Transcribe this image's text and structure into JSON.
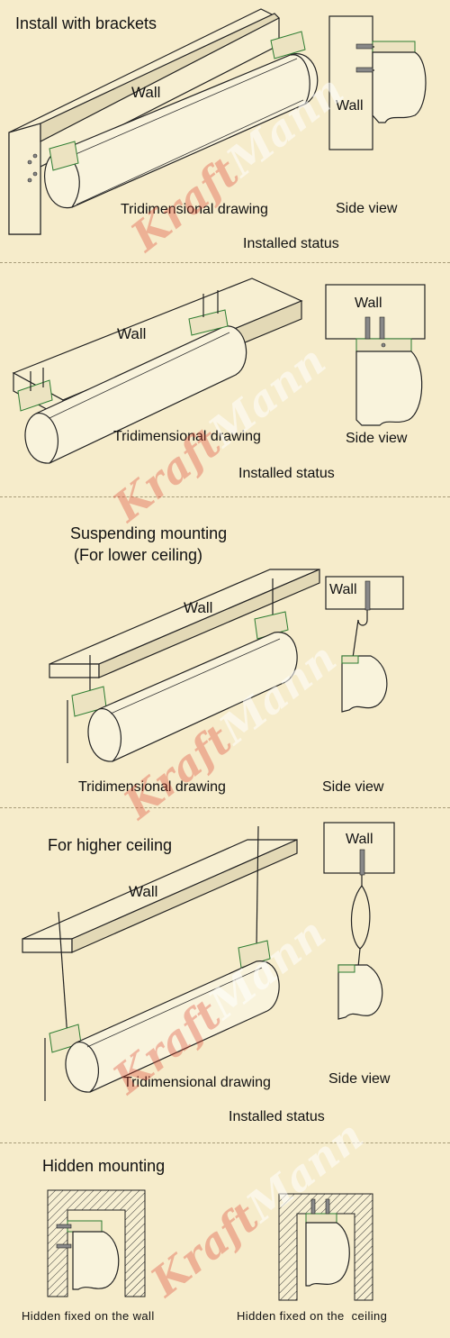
{
  "colors": {
    "background": "#f6eccb",
    "bracket_green": "#2e7d32",
    "watermark_red": "#dc4632"
  },
  "watermark": {
    "part1": "Kraft",
    "part2": "Mann"
  },
  "sections": [
    {
      "title": "Install with brackets",
      "wall_3d": "Wall",
      "wall_side": "Wall",
      "caption_3d": "Tridimensional drawing",
      "caption_side": "Side view",
      "status": "Installed status"
    },
    {
      "wall_3d": "Wall",
      "wall_side": "Wall",
      "caption_3d": "Tridimensional drawing",
      "caption_side": "Side view",
      "status": "Installed status"
    },
    {
      "title": "Suspending mounting",
      "subtitle": "(For lower ceiling)",
      "wall_3d": "Wall",
      "wall_side": "Wall",
      "caption_3d": "Tridimensional drawing",
      "caption_side": "Side view"
    },
    {
      "title": "For higher ceiling",
      "wall_3d": "Wall",
      "wall_side": "Wall",
      "caption_3d": "Tridimensional drawing",
      "caption_side": "Side view",
      "status": "Installed status"
    },
    {
      "title": "Hidden mounting",
      "caption_left": "Hidden fixed on the wall",
      "caption_right": "Hidden fixed on the  ceiling"
    }
  ]
}
